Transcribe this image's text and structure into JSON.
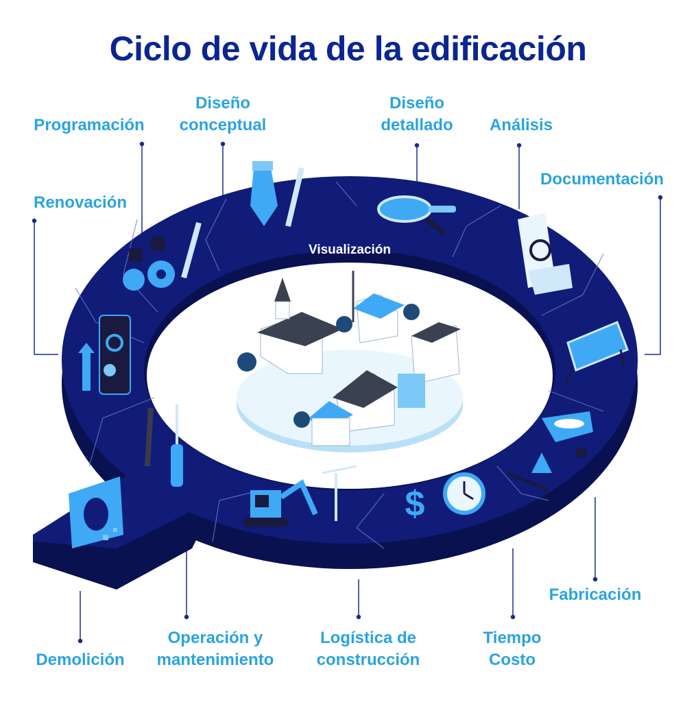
{
  "title": "Ciclo de vida de la edificación",
  "center_label": "Visualización",
  "stages": {
    "programacion": "Programación",
    "diseno_conceptual": [
      "Diseño",
      "conceptual"
    ],
    "diseno_detallado": [
      "Diseño",
      "detallado"
    ],
    "analisis": "Análisis",
    "documentacion": "Documentación",
    "renovacion": "Renovación",
    "fabricacion": "Fabricación",
    "tiempo_costo": [
      "Tiempo",
      "Costo"
    ],
    "logistica": [
      "Logística de",
      "construcción"
    ],
    "operacion": [
      "Operación y",
      "mantenimiento"
    ],
    "demolicion": "Demolición"
  },
  "colors": {
    "title": "#0b2591",
    "label": "#2aa3e0",
    "ring_top": "#101c78",
    "ring_side": "#0a1150",
    "line": "#1a2a8a",
    "accent": "#3fa9f5"
  }
}
